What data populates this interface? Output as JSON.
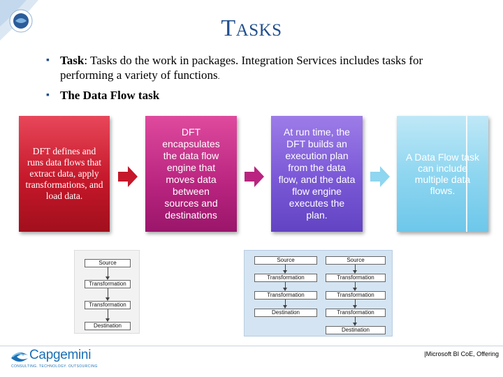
{
  "slide": {
    "title_first": "T",
    "title_rest": "ASKS",
    "bullets": {
      "task_label": "Task",
      "task_text_1": ":  Tasks do the work in packages. Integration Services includes tasks for performing a variety of functions",
      "task_period": ".",
      "dataflow_label": "The Data Flow task"
    },
    "boxes": [
      {
        "text": "DFT defines and runs data flows that extract data, apply transformations, and load data."
      },
      {
        "text": "DFT encapsulates the data flow engine that moves data between sources and destinations"
      },
      {
        "text": "At run time, the DFT builds an execution plan from the data flow, and the data flow engine executes the plan."
      },
      {
        "text": "A Data Flow task can include multiple data flows."
      }
    ],
    "colors": {
      "title": "#1f4e8c",
      "box1": "#c5182a",
      "box2": "#b8247f",
      "box3": "#7a58d6",
      "box4": "#8fd6f0",
      "arrow1": "#c5182a",
      "arrow2": "#b8247f",
      "arrow3": "#8fd6f0"
    },
    "diagram_left": {
      "source": "Source",
      "transformation_1": "Transformation",
      "transformation_2": "Transformation",
      "destination": "Destination"
    },
    "diagram_right": {
      "left_column": [
        "Source",
        "Transformation",
        "Transformation",
        "Destination"
      ],
      "right_column": [
        "Source",
        "Transformation",
        "Transformation",
        "Transformation",
        "Destination"
      ]
    },
    "footer": {
      "logo_name": "Capgemini",
      "logo_tagline": "CONSULTING. TECHNOLOGY. OUTSOURCING",
      "text": "|Microsoft BI CoE, Offering"
    }
  }
}
